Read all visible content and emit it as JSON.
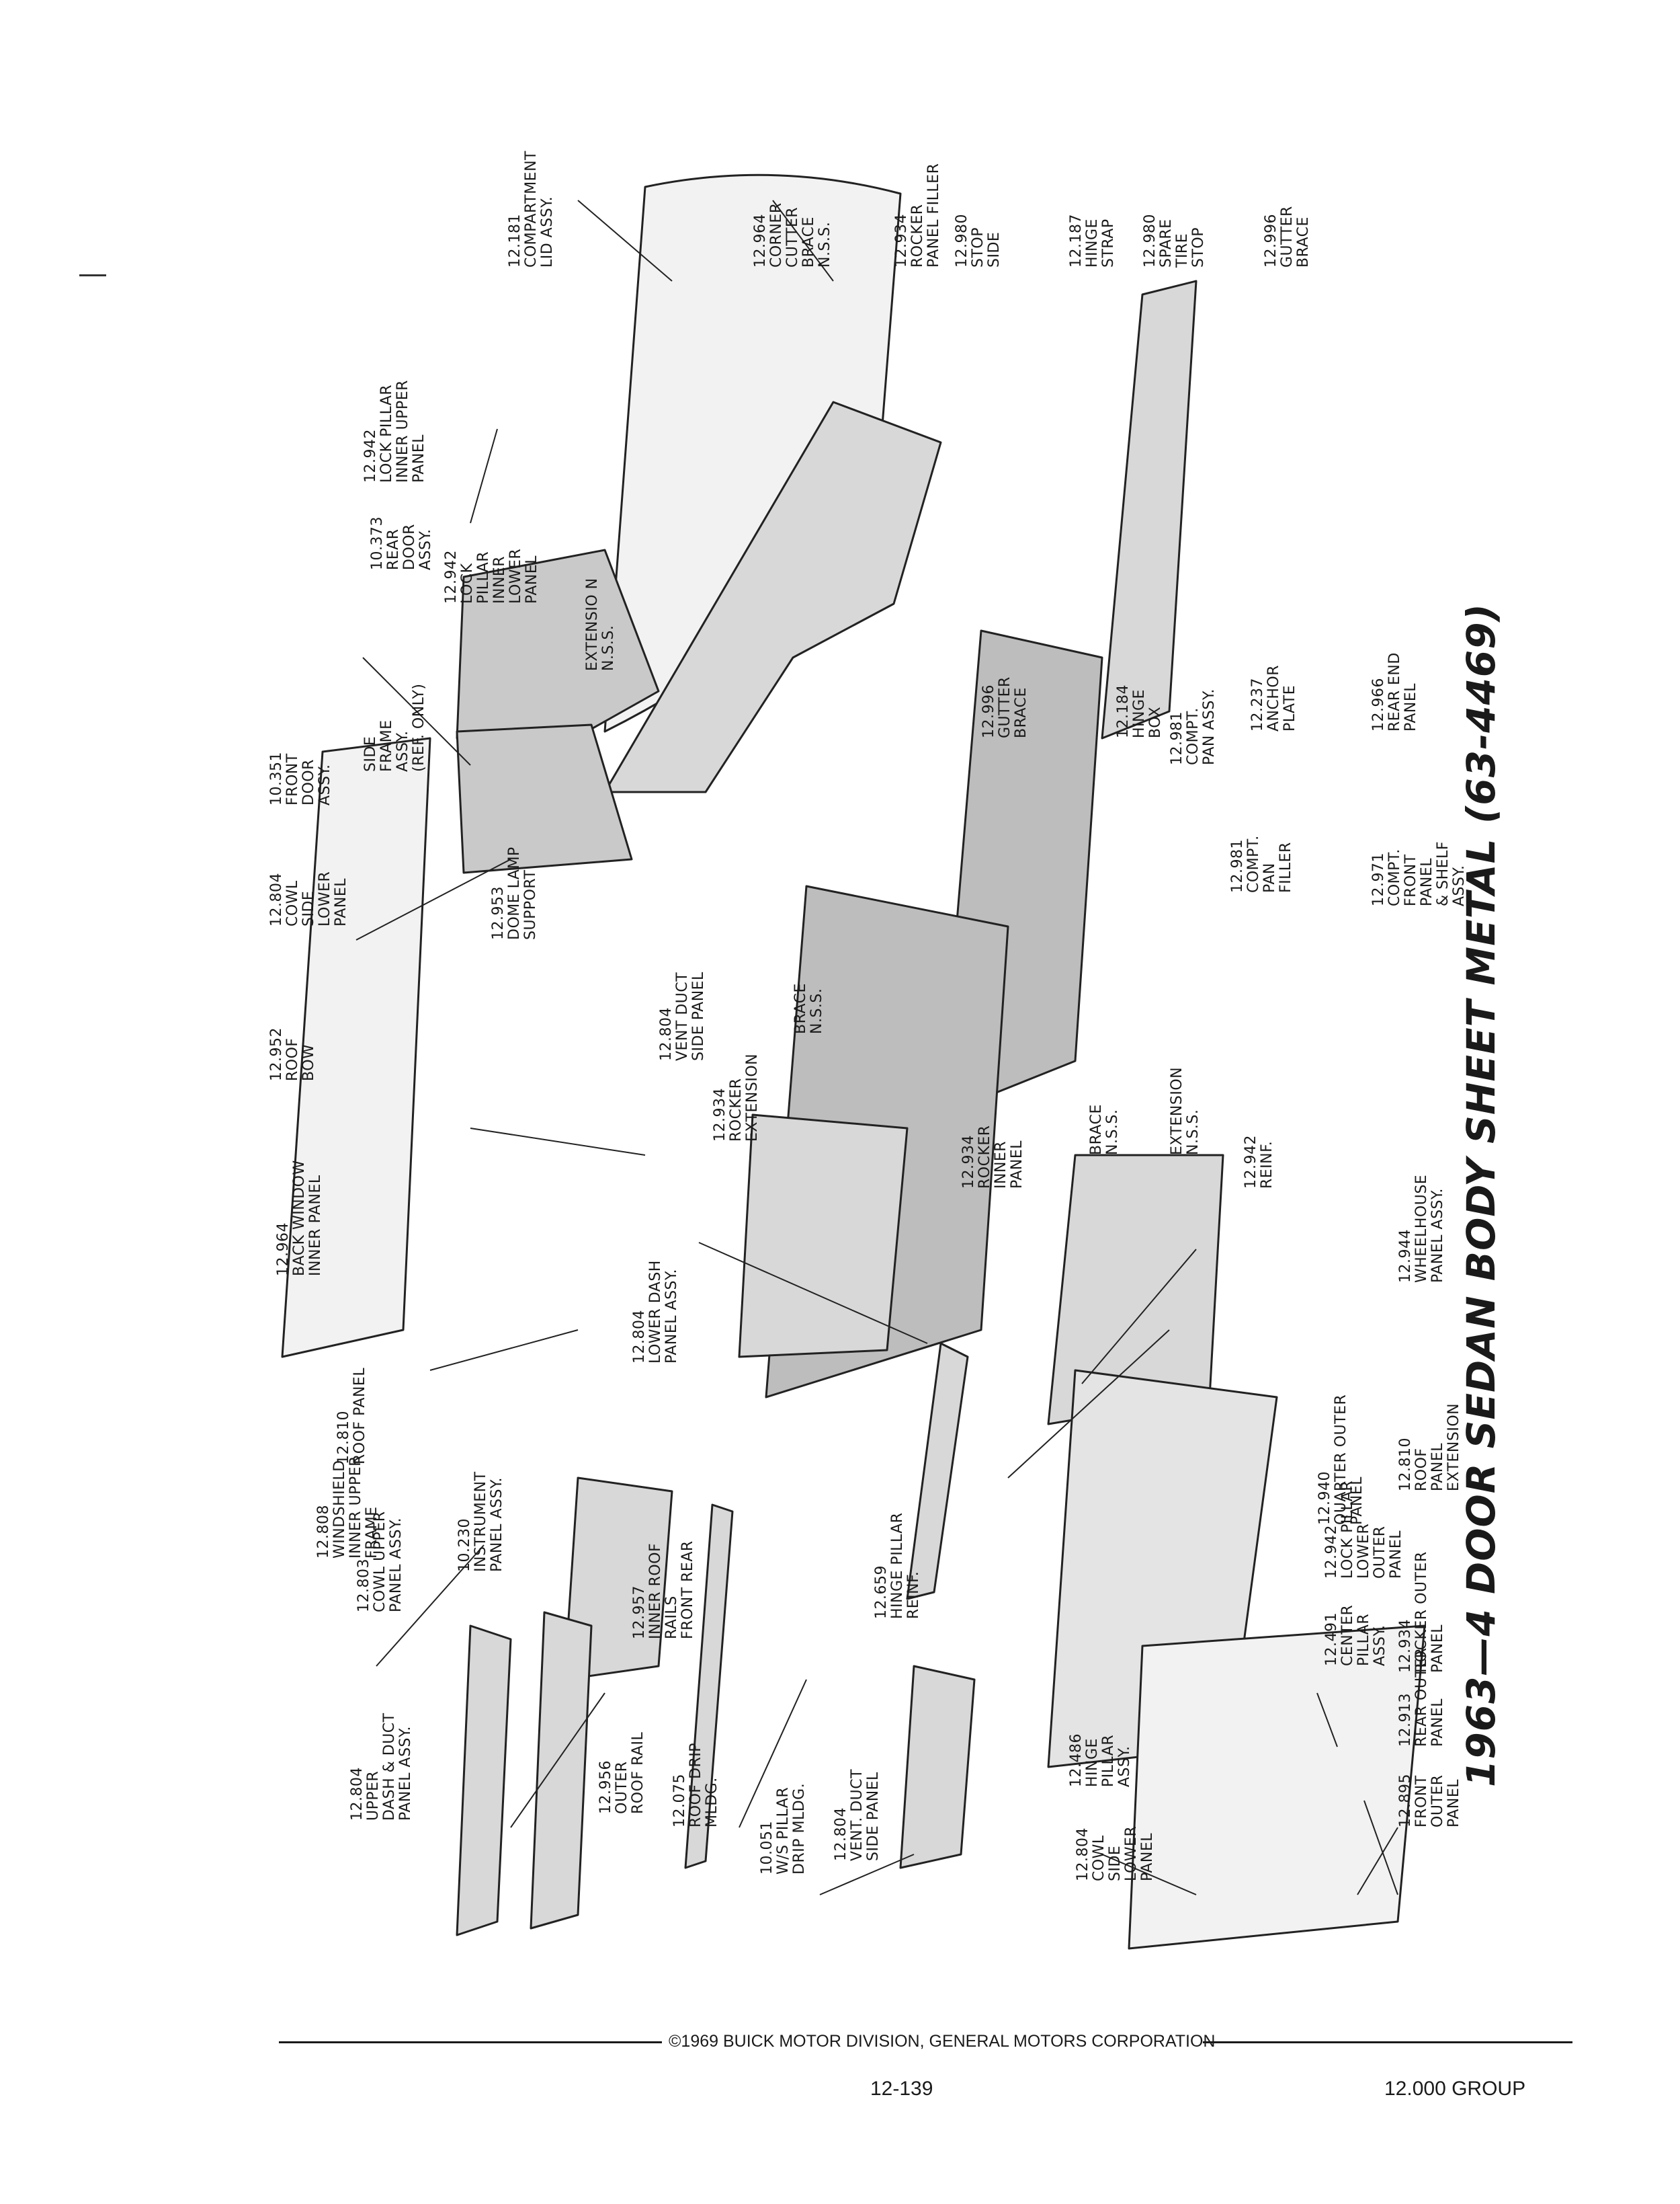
{
  "title": "1963—4 DOOR SEDAN BODY SHEET METAL (63-4469)",
  "footer": {
    "copyright": "©1969 BUICK MOTOR DIVISION, GENERAL MOTORS CORPORATION",
    "page": "12-139",
    "group": "12.000 GROUP"
  },
  "labels": [
    {
      "lines": [
        "12.181",
        "COMPARTMENT",
        "LID ASSY."
      ]
    },
    {
      "lines": [
        "12.964",
        "CORNER",
        "CUTTER",
        "BRACE",
        "N.S.S."
      ]
    },
    {
      "lines": [
        "12.934",
        "ROCKER",
        "PANEL FILLER"
      ]
    },
    {
      "lines": [
        "12.980",
        "STOP",
        "SIDE"
      ]
    },
    {
      "lines": [
        "12.187",
        "HINGE",
        "STRAP"
      ]
    },
    {
      "lines": [
        "12.980",
        "SPARE",
        "TIRE",
        "STOP"
      ]
    },
    {
      "lines": [
        "12.996",
        "GUTTER",
        "BRACE"
      ]
    },
    {
      "lines": [
        "12.942",
        "LOCK PILLAR",
        "INNER UPPER",
        "PANEL"
      ]
    },
    {
      "lines": [
        "12.942",
        "LOCK",
        "PILLAR",
        "INNER",
        "LOWER",
        "PANEL"
      ]
    },
    {
      "lines": [
        "EXTENSIO N",
        "N.S.S."
      ]
    },
    {
      "lines": [
        "10.373",
        "REAR",
        "DOOR",
        "ASSY."
      ]
    },
    {
      "lines": [
        "SIDE",
        "FRAME",
        "ASSY.",
        "(REF. ONLY)"
      ]
    },
    {
      "lines": [
        "10.351",
        "FRONT",
        "DOOR",
        "ASSY."
      ]
    },
    {
      "lines": [
        "12.966",
        "REAR END",
        "PANEL"
      ]
    },
    {
      "lines": [
        "12.237",
        "ANCHOR",
        "PLATE"
      ]
    },
    {
      "lines": [
        "12.184",
        "HINGE",
        "BOX"
      ]
    },
    {
      "lines": [
        "12.996",
        "GUTTER",
        "BRACE"
      ]
    },
    {
      "lines": [
        "12.981",
        "COMPT.",
        "PAN ASSY."
      ]
    },
    {
      "lines": [
        "12.981",
        "COMPT.",
        "PAN",
        "FILLER"
      ]
    },
    {
      "lines": [
        "12.971",
        "COMPT.",
        "FRONT",
        "PANEL",
        "& SHELF",
        "ASSY."
      ]
    },
    {
      "lines": [
        "12.804",
        "COWL",
        "SIDE",
        "LOWER",
        "PANEL"
      ]
    },
    {
      "lines": [
        "12.953",
        "DOME LAMP",
        "SUPPORT"
      ]
    },
    {
      "lines": [
        "12.804",
        "VENT DUCT",
        "SIDE PANEL"
      ]
    },
    {
      "lines": [
        "BRACE",
        "N.S.S."
      ]
    },
    {
      "lines": [
        "12.952",
        "ROOF",
        "BOW"
      ]
    },
    {
      "lines": [
        "12.934",
        "ROCKER",
        "EXTENSION"
      ]
    },
    {
      "lines": [
        "12.934",
        "ROCKER",
        "INNER",
        "PANEL"
      ]
    },
    {
      "lines": [
        "BRACE",
        "N.S.S."
      ]
    },
    {
      "lines": [
        "EXTENSION",
        "N.S.S."
      ]
    },
    {
      "lines": [
        "12.942",
        "REINF."
      ]
    },
    {
      "lines": [
        "12.964",
        "BACK WINDOW",
        "INNER PANEL"
      ]
    },
    {
      "lines": [
        "12.944",
        "WHEELHOUSE",
        "PANEL ASSY."
      ]
    },
    {
      "lines": [
        "12.804",
        "LOWER DASH",
        "PANEL ASSY."
      ]
    },
    {
      "lines": [
        "12.810",
        "ROOF PANEL"
      ]
    },
    {
      "lines": [
        "12.940",
        "QUARTER OUTER",
        "PANEL"
      ]
    },
    {
      "lines": [
        "12.810",
        "ROOF",
        "PANEL",
        "EXTENSION"
      ]
    },
    {
      "lines": [
        "12.808",
        "WINDSHIELD",
        "INNER UPPER",
        "FRAME"
      ]
    },
    {
      "lines": [
        "10.230",
        "INSTRUMENT",
        "PANEL ASSY."
      ]
    },
    {
      "lines": [
        "12.942",
        "LOCK PILLAR",
        "LOWER",
        "OUTER",
        "PANEL"
      ]
    },
    {
      "lines": [
        "12.659",
        "HINGE PILLAR",
        "REINF."
      ]
    },
    {
      "lines": [
        "12.934",
        "ROCKER OUTER",
        "PANEL"
      ]
    },
    {
      "lines": [
        "12.803",
        "COWL UPPER",
        "PANEL ASSY."
      ]
    },
    {
      "lines": [
        "12.957",
        "INNER ROOF",
        "RAILS",
        "FRONT REAR"
      ]
    },
    {
      "lines": [
        "12.491",
        "CENTER",
        "PILLAR",
        "ASSY."
      ]
    },
    {
      "lines": [
        "12.804",
        "UPPER",
        "DASH & DUCT",
        "PANEL ASSY."
      ]
    },
    {
      "lines": [
        "12.956",
        "OUTER",
        "ROOF RAIL"
      ]
    },
    {
      "lines": [
        "12.075",
        "ROOF DRIP",
        "MLDG."
      ]
    },
    {
      "lines": [
        "10.051",
        "W/S PILLAR",
        "DRIP MLDG."
      ]
    },
    {
      "lines": [
        "12.804",
        "VENT. DUCT",
        "SIDE PANEL"
      ]
    },
    {
      "lines": [
        "12.486",
        "HINGE",
        "PILLAR",
        "ASSY."
      ]
    },
    {
      "lines": [
        "12.804",
        "COWL",
        "SIDE",
        "LOWER",
        "PANEL"
      ]
    },
    {
      "lines": [
        "12.913",
        "REAR OUTER",
        "PANEL"
      ]
    },
    {
      "lines": [
        "12.895",
        "FRONT",
        "OUTER",
        "PANEL"
      ]
    }
  ]
}
